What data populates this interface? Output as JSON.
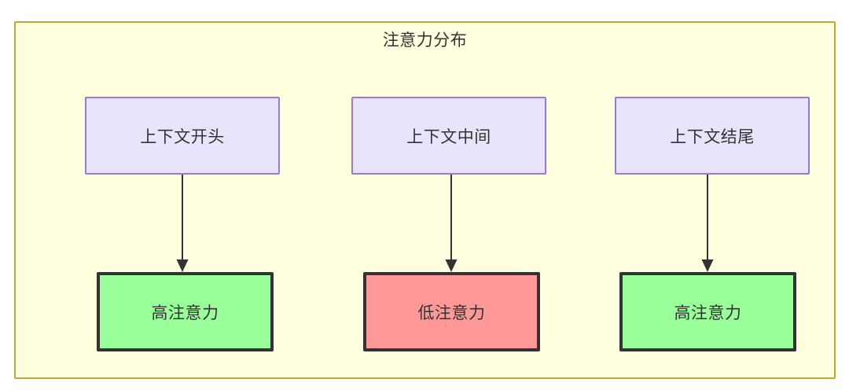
{
  "diagram": {
    "title": "注意力分布",
    "type": "flowchart",
    "background_color": "#ffffe0",
    "border_color": "#bbab2e",
    "text_color": "#333333",
    "context_node_fill": "#e8e4fb",
    "context_node_border": "#9a78d8",
    "high_attention_fill": "#99ff99",
    "low_attention_fill": "#ff9999",
    "attention_node_border": "#333333",
    "arrow_color": "#333333",
    "columns": [
      {
        "context_label": "上下文开头",
        "attention_label": "高注意力",
        "attention_level": "high"
      },
      {
        "context_label": "上下文中间",
        "attention_label": "低注意力",
        "attention_level": "low"
      },
      {
        "context_label": "上下文结尾",
        "attention_label": "高注意力",
        "attention_level": "high"
      }
    ],
    "edges": [
      {
        "from": "上下文开头",
        "to": "高注意力"
      },
      {
        "from": "上下文中间",
        "to": "低注意力"
      },
      {
        "from": "上下文结尾",
        "to": "高注意力"
      }
    ]
  }
}
